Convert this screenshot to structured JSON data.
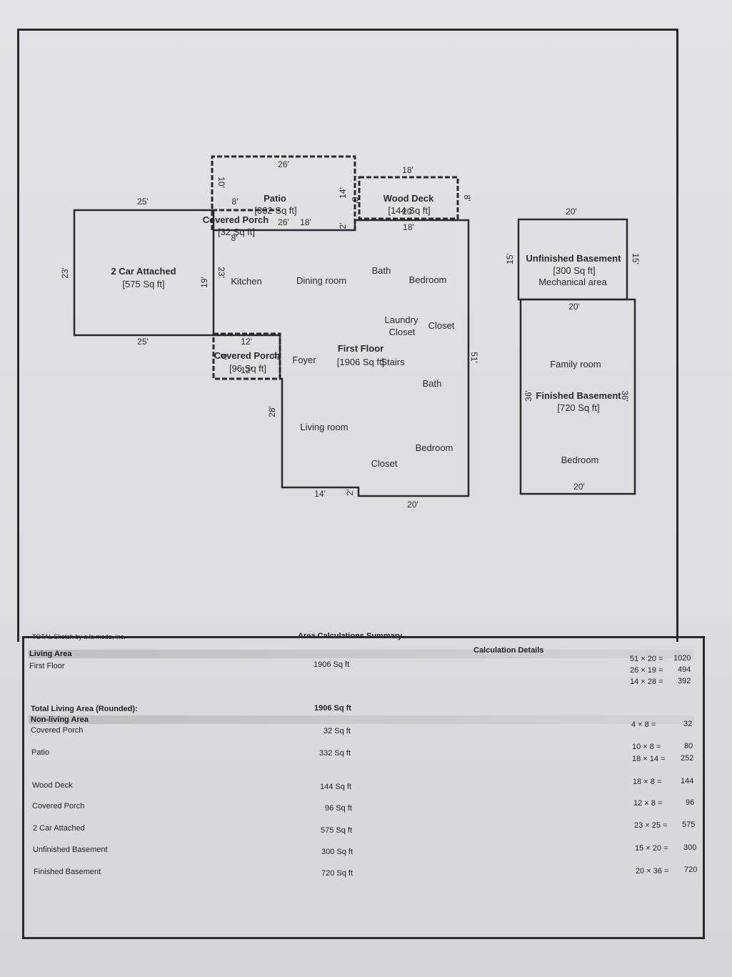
{
  "rooms": {
    "garage_title": "2 Car Attached",
    "garage_area": "[575 Sq ft]",
    "patio_title": "Patio",
    "patio_area": "[332 Sq ft]",
    "covered_porch_top_title": "Covered Porch",
    "covered_porch_top_area": "[32 Sq ft]",
    "wood_deck_title": "Wood Deck",
    "wood_deck_area": "[144 Sq ft]",
    "covered_porch_front_title": "Covered Porch",
    "covered_porch_front_area": "[96 Sq ft]",
    "first_floor_title": "First Floor",
    "first_floor_area": "[1906 Sq ft]",
    "kitchen": "Kitchen",
    "dining_room": "Dining room",
    "bath_1": "Bath",
    "bedroom_1": "Bedroom",
    "laundry": "Laundry",
    "closet_a": "Closet",
    "closet_b": "Closet",
    "foyer": "Foyer",
    "stairs": "Stairs",
    "bath_2": "Bath",
    "living_room": "Living room",
    "bedroom_2": "Bedroom",
    "closet_c": "Closet",
    "unfinished_title": "Unfinished Basement",
    "unfinished_area": "[300 Sq ft]",
    "mechanical": "Mechanical area",
    "family_room": "Family room",
    "finished_title": "Finished Basement",
    "finished_area": "[720 Sq ft]",
    "basement_bedroom": "Bedroom"
  },
  "dimensions": {
    "d26_top": "26'",
    "d10": "10'",
    "d8_a": "8'",
    "d14": "14'",
    "d8_b": "8'",
    "d18_top": "18'",
    "d8_deck": "8'",
    "d25_top": "25'",
    "d26_mid": "26'",
    "d18_mid": "18'",
    "d2_a": "2'",
    "d18_deck_bot": "18'",
    "d20_deck": "20'",
    "d8_c": "8'",
    "d23_left": "23'",
    "d19": "19'",
    "d23_inner": "23'",
    "d25_bot": "25'",
    "d12_top": "12'",
    "d12_inner": "12'",
    "d8_porch_l": "8'",
    "d8_porch_r": "8'",
    "d51": "51'",
    "d28": "28'",
    "d14_bot": "14'",
    "d2_b": "2'",
    "d20_bot": "20'",
    "d20_ub_top": "20'",
    "d15_l": "15'",
    "d15_r": "15'",
    "d20_fb_top": "20'",
    "d36_l": "36'",
    "d36_r": "36'",
    "d20_fb_bot": "20'"
  },
  "summary": {
    "software": "TOTAL Sketch by a la mode, inc.",
    "title": "Area Calculations Summary",
    "living_area_label": "Living Area",
    "calc_details_label": "Calculation Details",
    "first_floor_label": "First Floor",
    "first_floor_value": "1906 Sq ft",
    "calc_ff_1": "51 × 20 =",
    "calc_ff_1_v": "1020",
    "calc_ff_2": "26 × 19 =",
    "calc_ff_2_v": "494",
    "calc_ff_3": "14 × 28 =",
    "calc_ff_3_v": "392",
    "total_label": "Total Living Area (Rounded):",
    "total_value": "1906 Sq ft",
    "nonliving_label": "Non-living Area",
    "rows": [
      {
        "label": "Covered Porch",
        "value": "32 Sq ft"
      },
      {
        "label": "Patio",
        "value": "332 Sq ft"
      },
      {
        "label": "Wood Deck",
        "value": "144 Sq ft"
      },
      {
        "label": "Covered Porch",
        "value": "96 Sq ft"
      },
      {
        "label": "2 Car Attached",
        "value": "575 Sq ft"
      },
      {
        "label": "Unfinished Basement",
        "value": "300 Sq ft"
      },
      {
        "label": "Finished Basement",
        "value": "720 Sq ft"
      }
    ],
    "calcs": [
      {
        "expr": "4 × 8 =",
        "val": "32"
      },
      {
        "expr": "10 × 8 =",
        "val": "80"
      },
      {
        "expr": "18 × 14 =",
        "val": "252"
      },
      {
        "expr": "18 × 8 =",
        "val": "144"
      },
      {
        "expr": "12 × 8 =",
        "val": "96"
      },
      {
        "expr": "23 × 25 =",
        "val": "575"
      },
      {
        "expr": "15 × 20 =",
        "val": "300"
      },
      {
        "expr": "20 × 36 =",
        "val": "720"
      }
    ]
  }
}
